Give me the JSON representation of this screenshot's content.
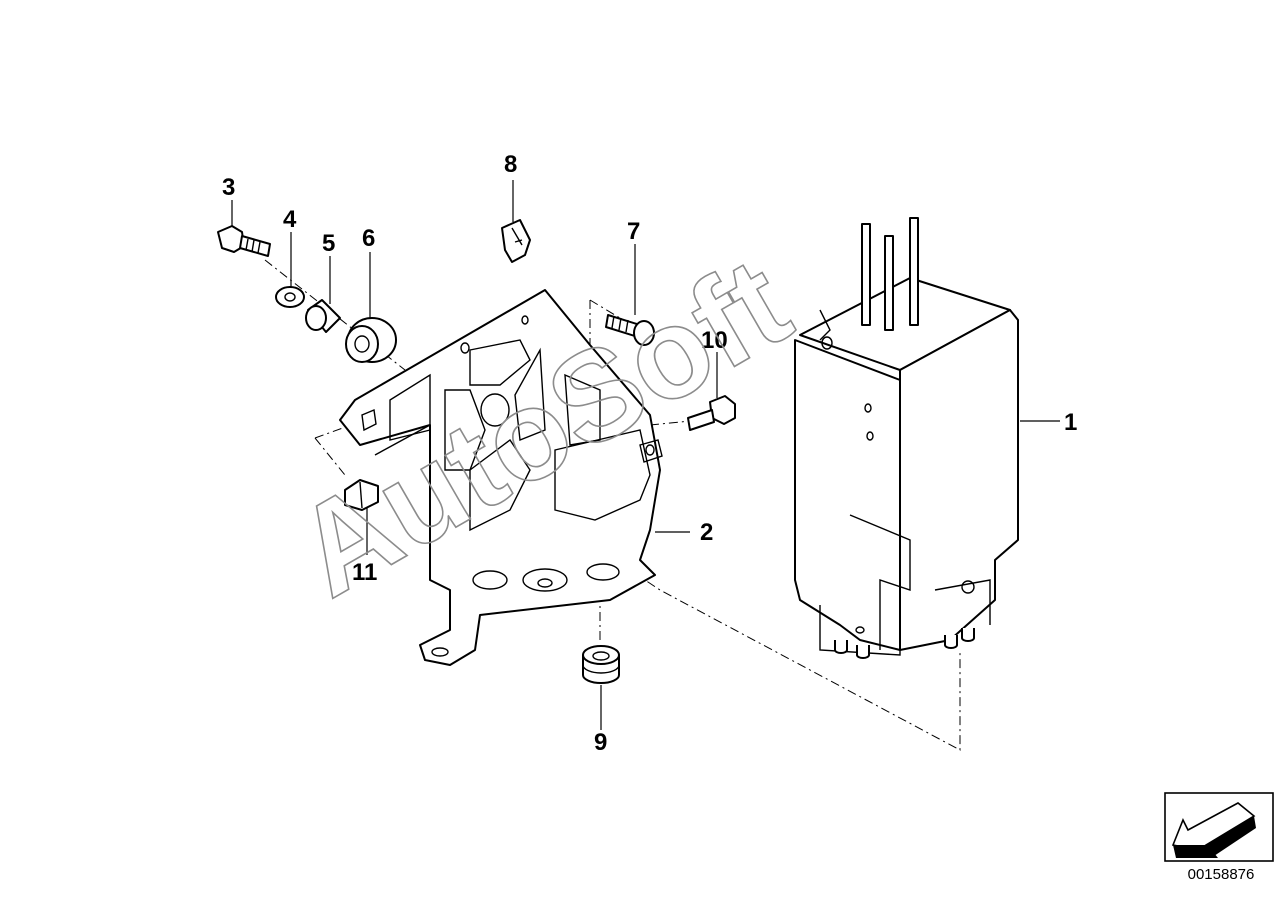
{
  "document_number": "00158876",
  "watermark": "AutoSoft",
  "callouts": {
    "c1": "1",
    "c2": "2",
    "c3": "3",
    "c4": "4",
    "c5": "5",
    "c6": "6",
    "c7": "7",
    "c8": "8",
    "c9": "9",
    "c10": "10",
    "c11": "11"
  },
  "icons": {
    "nav": "forward-arrow-icon"
  }
}
